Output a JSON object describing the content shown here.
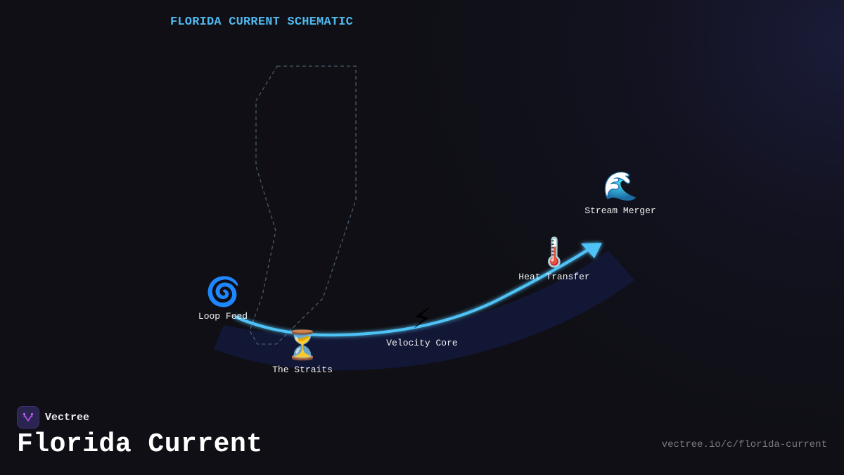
{
  "diagram": {
    "title": "FLORIDA CURRENT SCHEMATIC",
    "colors": {
      "background": "#0f0f15",
      "title": "#4fb8ee",
      "flow_line": "#4fc3f7",
      "band": "#141838",
      "outline": "#4a5a6a"
    },
    "nodes": [
      {
        "id": "loop-feed",
        "icon": "🌀",
        "icon_name": "cyclone-icon",
        "label": "Loop Feed"
      },
      {
        "id": "the-straits",
        "icon": "⏳",
        "icon_name": "hourglass-icon",
        "label": "The Straits"
      },
      {
        "id": "velocity-core",
        "icon": "⚡",
        "icon_name": "lightning-icon",
        "label": "Velocity Core"
      },
      {
        "id": "heat-transfer",
        "icon": "🌡️",
        "icon_name": "thermometer-icon",
        "label": "Heat Transfer"
      },
      {
        "id": "stream-merger",
        "icon": "🌊",
        "icon_name": "wave-icon",
        "label": "Stream Merger"
      }
    ]
  },
  "brand": {
    "name": "Vectree"
  },
  "page": {
    "title": "Florida Current",
    "url": "vectree.io/c/florida-current"
  }
}
